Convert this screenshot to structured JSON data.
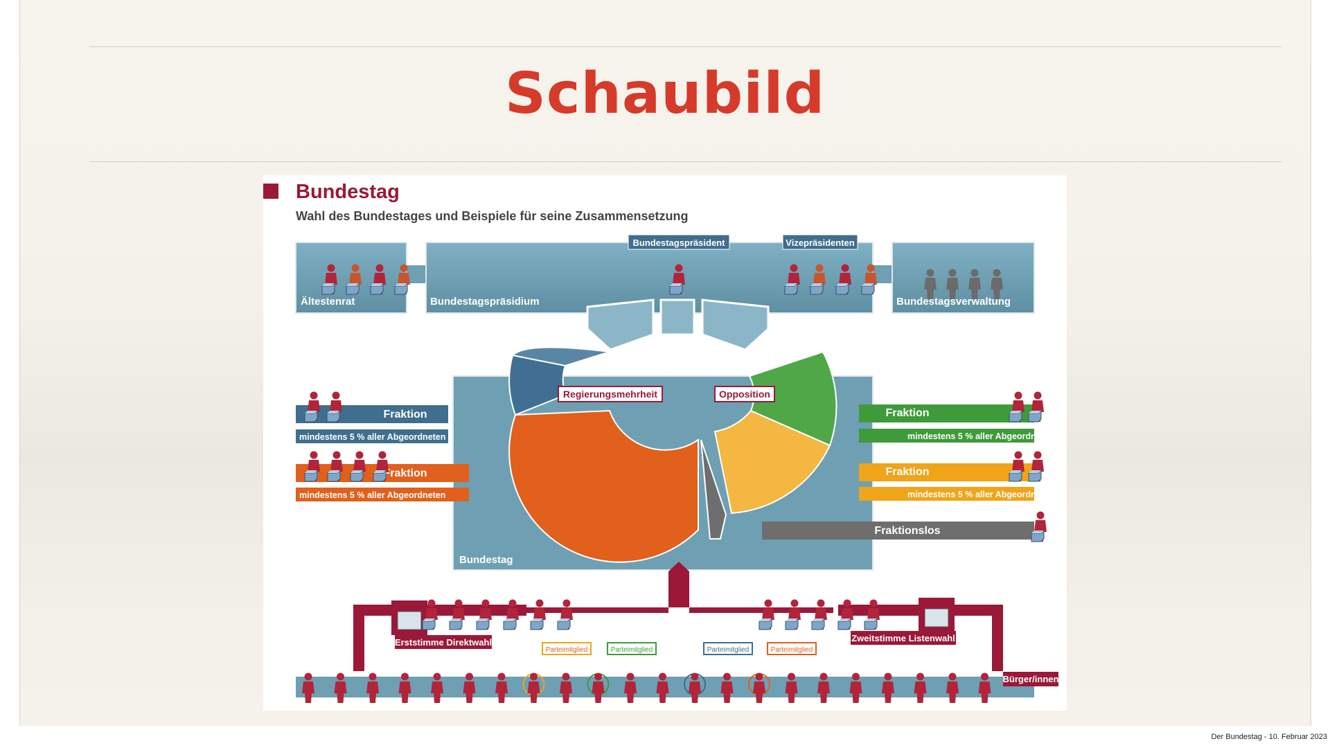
{
  "slide": {
    "title": "Schaubild",
    "footer": "Der Bundestag - 10. Februar 2023"
  },
  "figure": {
    "title": "Bundestag",
    "subtitle": "Wahl des Bundestages und Beispiele für seine Zusammensetzung",
    "boxes": {
      "aeltestenrat": "Ältestenrat",
      "praesidium": "Bundestagspräsidium",
      "verwaltung": "Bundestagsverwaltung",
      "bundestag": "Bundestag"
    },
    "tags": {
      "praesident": "Bundestagspräsident",
      "vize": "Vizepräsidenten",
      "regierung": "Regierungsmehrheit",
      "opposition": "Opposition"
    },
    "factions": {
      "label": "Fraktion",
      "min": "mindestens 5 % aller Abgeordneten",
      "fraktionslos": "Fraktionslos"
    },
    "election": {
      "erststimme": "Erststimme Direktwahl",
      "zweitstimme": "Zweitstimme Listenwahl",
      "buerger": "Bürger/innen",
      "parteimitglied": "Parteimitglied"
    },
    "colors": {
      "blue": "#3f6e8e",
      "orange": "#e0601c",
      "green": "#3f9a3a",
      "yellow": "#f0a418",
      "grey": "#6e6e6e",
      "bordeaux": "#9b1838",
      "teal": "#6f9fb3"
    }
  }
}
